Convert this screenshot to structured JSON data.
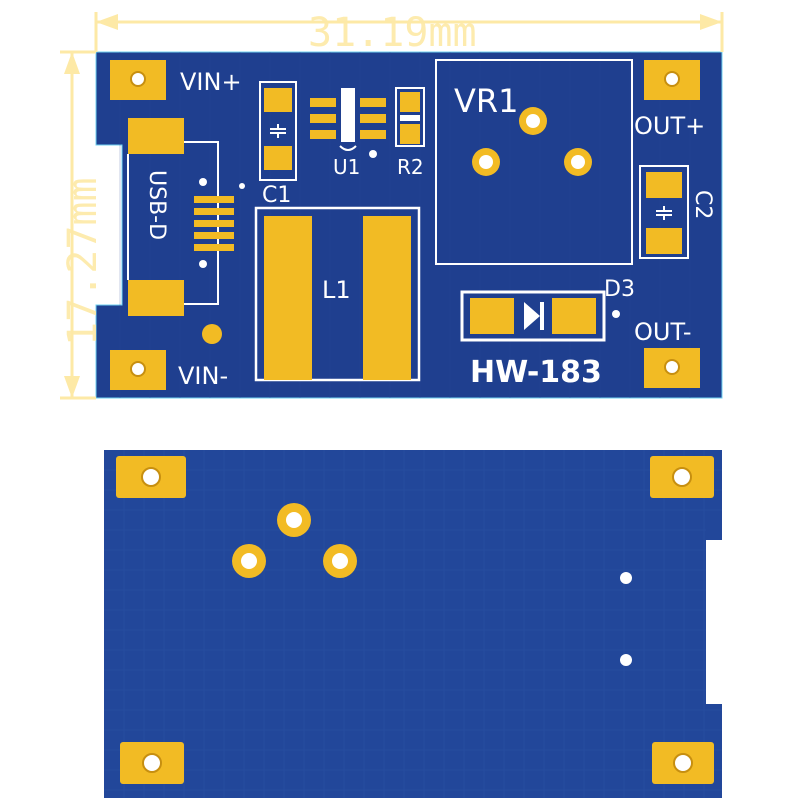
{
  "colors": {
    "pcb_blue": "#1f3f8f",
    "pcb_blue_back": "#22479a",
    "copper_gold": "#f2bb24",
    "silkscreen": "#ffffff",
    "dimension_line": "#fde9a6"
  },
  "dimensions": {
    "width": "31.19mm",
    "height": "17.27mm"
  },
  "front": {
    "labels": {
      "vin_plus": "VIN+",
      "vin_minus": "VIN-",
      "out_plus": "OUT+",
      "out_minus": "OUT-",
      "usb": "USB-D",
      "vr1": "VR1",
      "u1": "U1",
      "r2": "R2",
      "c1": "C1",
      "c2": "C2",
      "l1": "L1",
      "d3": "D3",
      "model": "HW-183"
    }
  },
  "back": {}
}
